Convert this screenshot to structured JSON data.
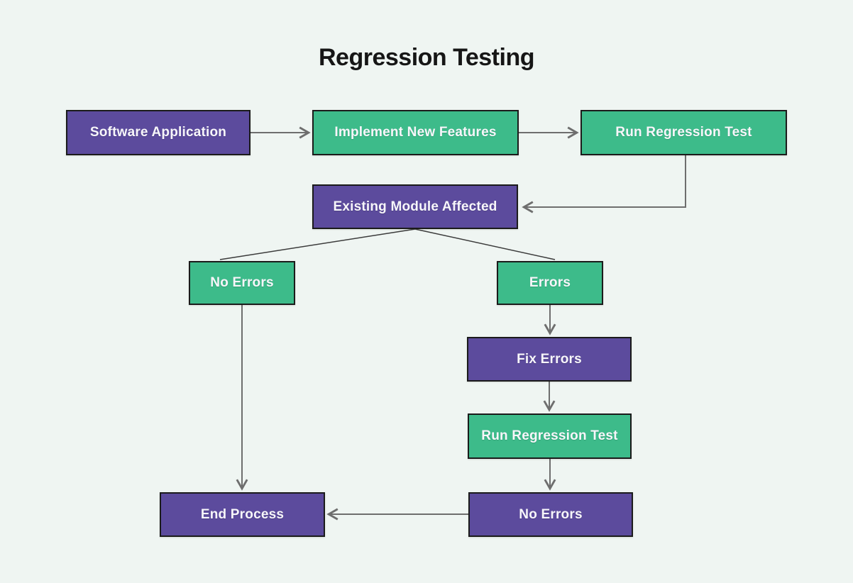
{
  "title": "Regression Testing",
  "colors": {
    "background": "#eff5f2",
    "purple": "#5c4b9d",
    "green": "#3dbb8a",
    "node_border": "#1b1b1b",
    "node_text": "#f7f6fa",
    "connector": "#6e6e6e",
    "branch_line": "#3b3b3b",
    "title_text": "#161616"
  },
  "nodes": {
    "software_application": {
      "label": "Software Application",
      "color": "purple"
    },
    "implement_new_features": {
      "label": "Implement New Features",
      "color": "green"
    },
    "run_regression_test_top": {
      "label": "Run Regression Test",
      "color": "green"
    },
    "existing_module_affected": {
      "label": "Existing Module Affected",
      "color": "purple"
    },
    "no_errors_branch": {
      "label": "No Errors",
      "color": "green"
    },
    "errors_branch": {
      "label": "Errors",
      "color": "green"
    },
    "fix_errors": {
      "label": "Fix Errors",
      "color": "purple"
    },
    "run_regression_test_retest": {
      "label": "Run Regression Test",
      "color": "green"
    },
    "no_errors_result": {
      "label": "No Errors",
      "color": "purple"
    },
    "end_process": {
      "label": "End Process",
      "color": "purple"
    }
  },
  "edges": [
    {
      "from": "software_application",
      "to": "implement_new_features",
      "arrow": true,
      "type": "straight"
    },
    {
      "from": "implement_new_features",
      "to": "run_regression_test_top",
      "arrow": true,
      "type": "straight"
    },
    {
      "from": "run_regression_test_top",
      "to": "existing_module_affected",
      "arrow": true,
      "type": "elbow"
    },
    {
      "from": "existing_module_affected",
      "to": "no_errors_branch",
      "arrow": false,
      "type": "diagonal"
    },
    {
      "from": "existing_module_affected",
      "to": "errors_branch",
      "arrow": false,
      "type": "diagonal"
    },
    {
      "from": "errors_branch",
      "to": "fix_errors",
      "arrow": true,
      "type": "straight"
    },
    {
      "from": "fix_errors",
      "to": "run_regression_test_retest",
      "arrow": true,
      "type": "straight"
    },
    {
      "from": "run_regression_test_retest",
      "to": "no_errors_result",
      "arrow": true,
      "type": "straight"
    },
    {
      "from": "no_errors_result",
      "to": "end_process",
      "arrow": true,
      "type": "straight"
    },
    {
      "from": "no_errors_branch",
      "to": "end_process",
      "arrow": true,
      "type": "straight"
    }
  ]
}
